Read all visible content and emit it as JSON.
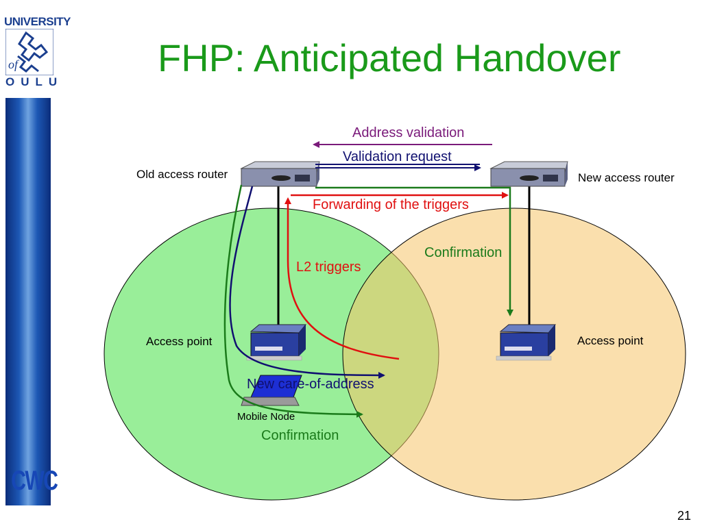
{
  "logo": {
    "university_text": "UNIVERSITY",
    "of_text": "of",
    "oulu_text": "OULU",
    "unit_text": "CWC"
  },
  "slide": {
    "title": "FHP: Anticipated Handover",
    "page_number": "21"
  },
  "labels": {
    "old_router": "Old access router",
    "new_router": "New access router",
    "address_validation": "Address validation",
    "validation_request": "Validation request",
    "forwarding_triggers": "Forwarding of the triggers",
    "confirmation_top": "Confirmation",
    "l2_triggers": "L2 triggers",
    "access_point_left": "Access point",
    "access_point_right": "Access point",
    "new_care_of_address": "New care-of-address",
    "mobile_node": "Mobile Node",
    "confirmation_bottom": "Confirmation"
  },
  "colors": {
    "title_green": "#1a9a1a",
    "address_validation": "#7a1a7a",
    "validation_request": "#101070",
    "forwarding": "#e01010",
    "confirmation": "#1a7a1a",
    "left_cell": "#99ee99",
    "right_cell": "#fbdba6"
  }
}
